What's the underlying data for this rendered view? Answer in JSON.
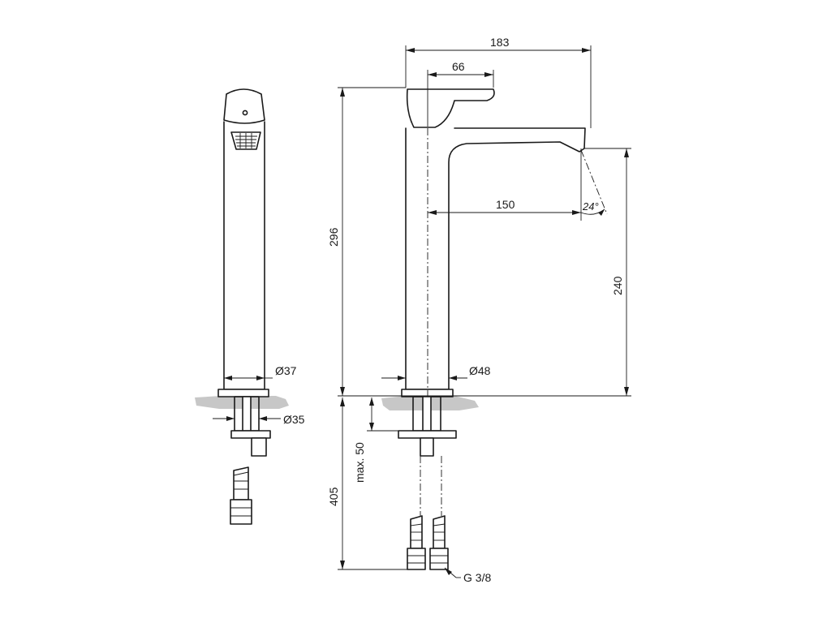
{
  "dimensions": {
    "overall_reach": "183",
    "lever_reach": "66",
    "spout_reach": "150",
    "spout_angle": "24°",
    "total_height": "296",
    "outlet_height": "240",
    "body_diameter_side": "Ø37",
    "base_diameter_side": "Ø35",
    "body_diameter_front": "Ø48",
    "max_deck_thickness": "max. 50",
    "hose_length": "405",
    "thread_size": "G 3/8"
  }
}
